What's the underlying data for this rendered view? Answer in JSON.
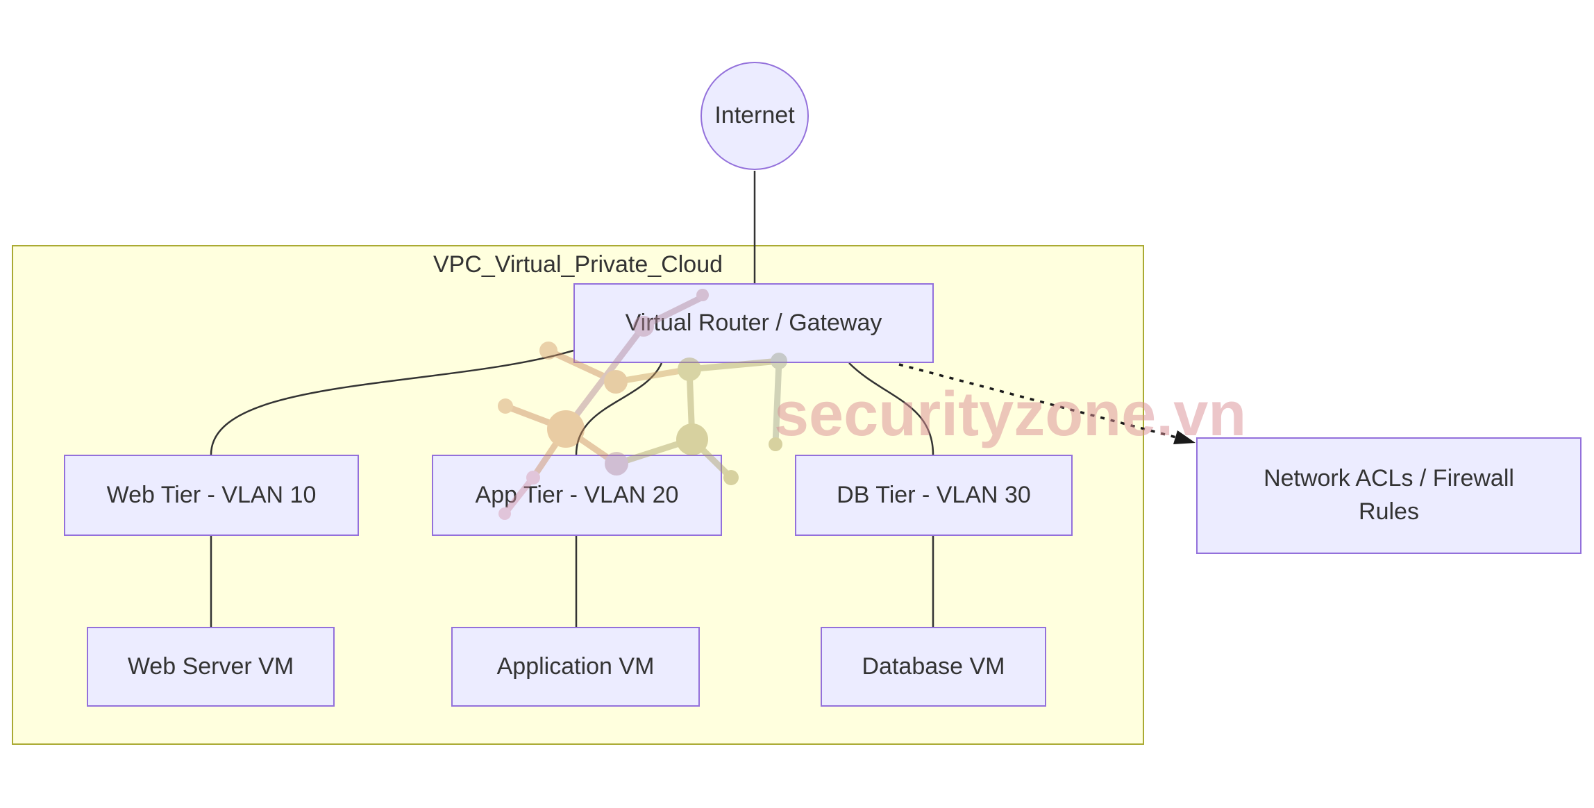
{
  "diagram": {
    "cluster": {
      "label": "VPC_Virtual_Private_Cloud"
    },
    "nodes": {
      "internet": {
        "label": "Internet",
        "shape": "circle"
      },
      "router": {
        "label": "Virtual Router / Gateway",
        "shape": "rect"
      },
      "web_tier": {
        "label": "Web Tier - VLAN 10",
        "shape": "rect"
      },
      "app_tier": {
        "label": "App Tier - VLAN 20",
        "shape": "rect"
      },
      "db_tier": {
        "label": "DB Tier - VLAN 30",
        "shape": "rect"
      },
      "web_vm": {
        "label": "Web Server VM",
        "shape": "rect"
      },
      "app_vm": {
        "label": "Application VM",
        "shape": "rect"
      },
      "db_vm": {
        "label": "Database VM",
        "shape": "rect"
      },
      "acl": {
        "label": "Network ACLs / Firewall Rules",
        "line1": "Network ACLs / Firewall",
        "line2": "Rules",
        "shape": "rect"
      }
    },
    "edges": [
      {
        "from": "Internet",
        "to": "Virtual Router / Gateway",
        "style": "solid"
      },
      {
        "from": "Virtual Router / Gateway",
        "to": "Web Tier - VLAN 10",
        "style": "solid"
      },
      {
        "from": "Virtual Router / Gateway",
        "to": "App Tier - VLAN 20",
        "style": "solid"
      },
      {
        "from": "Virtual Router / Gateway",
        "to": "DB Tier - VLAN 30",
        "style": "solid"
      },
      {
        "from": "Web Tier - VLAN 10",
        "to": "Web Server VM",
        "style": "solid"
      },
      {
        "from": "App Tier - VLAN 20",
        "to": "Application VM",
        "style": "solid"
      },
      {
        "from": "DB Tier - VLAN 30",
        "to": "Database VM",
        "style": "solid"
      },
      {
        "from": "Virtual Router / Gateway",
        "to": "Network ACLs / Firewall Rules",
        "style": "dotted-arrow"
      }
    ],
    "colors": {
      "node_fill": "#ececff",
      "node_border": "#9370db",
      "cluster_fill": "#ffffde",
      "cluster_border": "#aaaa33",
      "edge": "#333333",
      "text": "#333333"
    }
  },
  "watermark": {
    "text": "securityzone.vn",
    "color": "#d98e93"
  }
}
